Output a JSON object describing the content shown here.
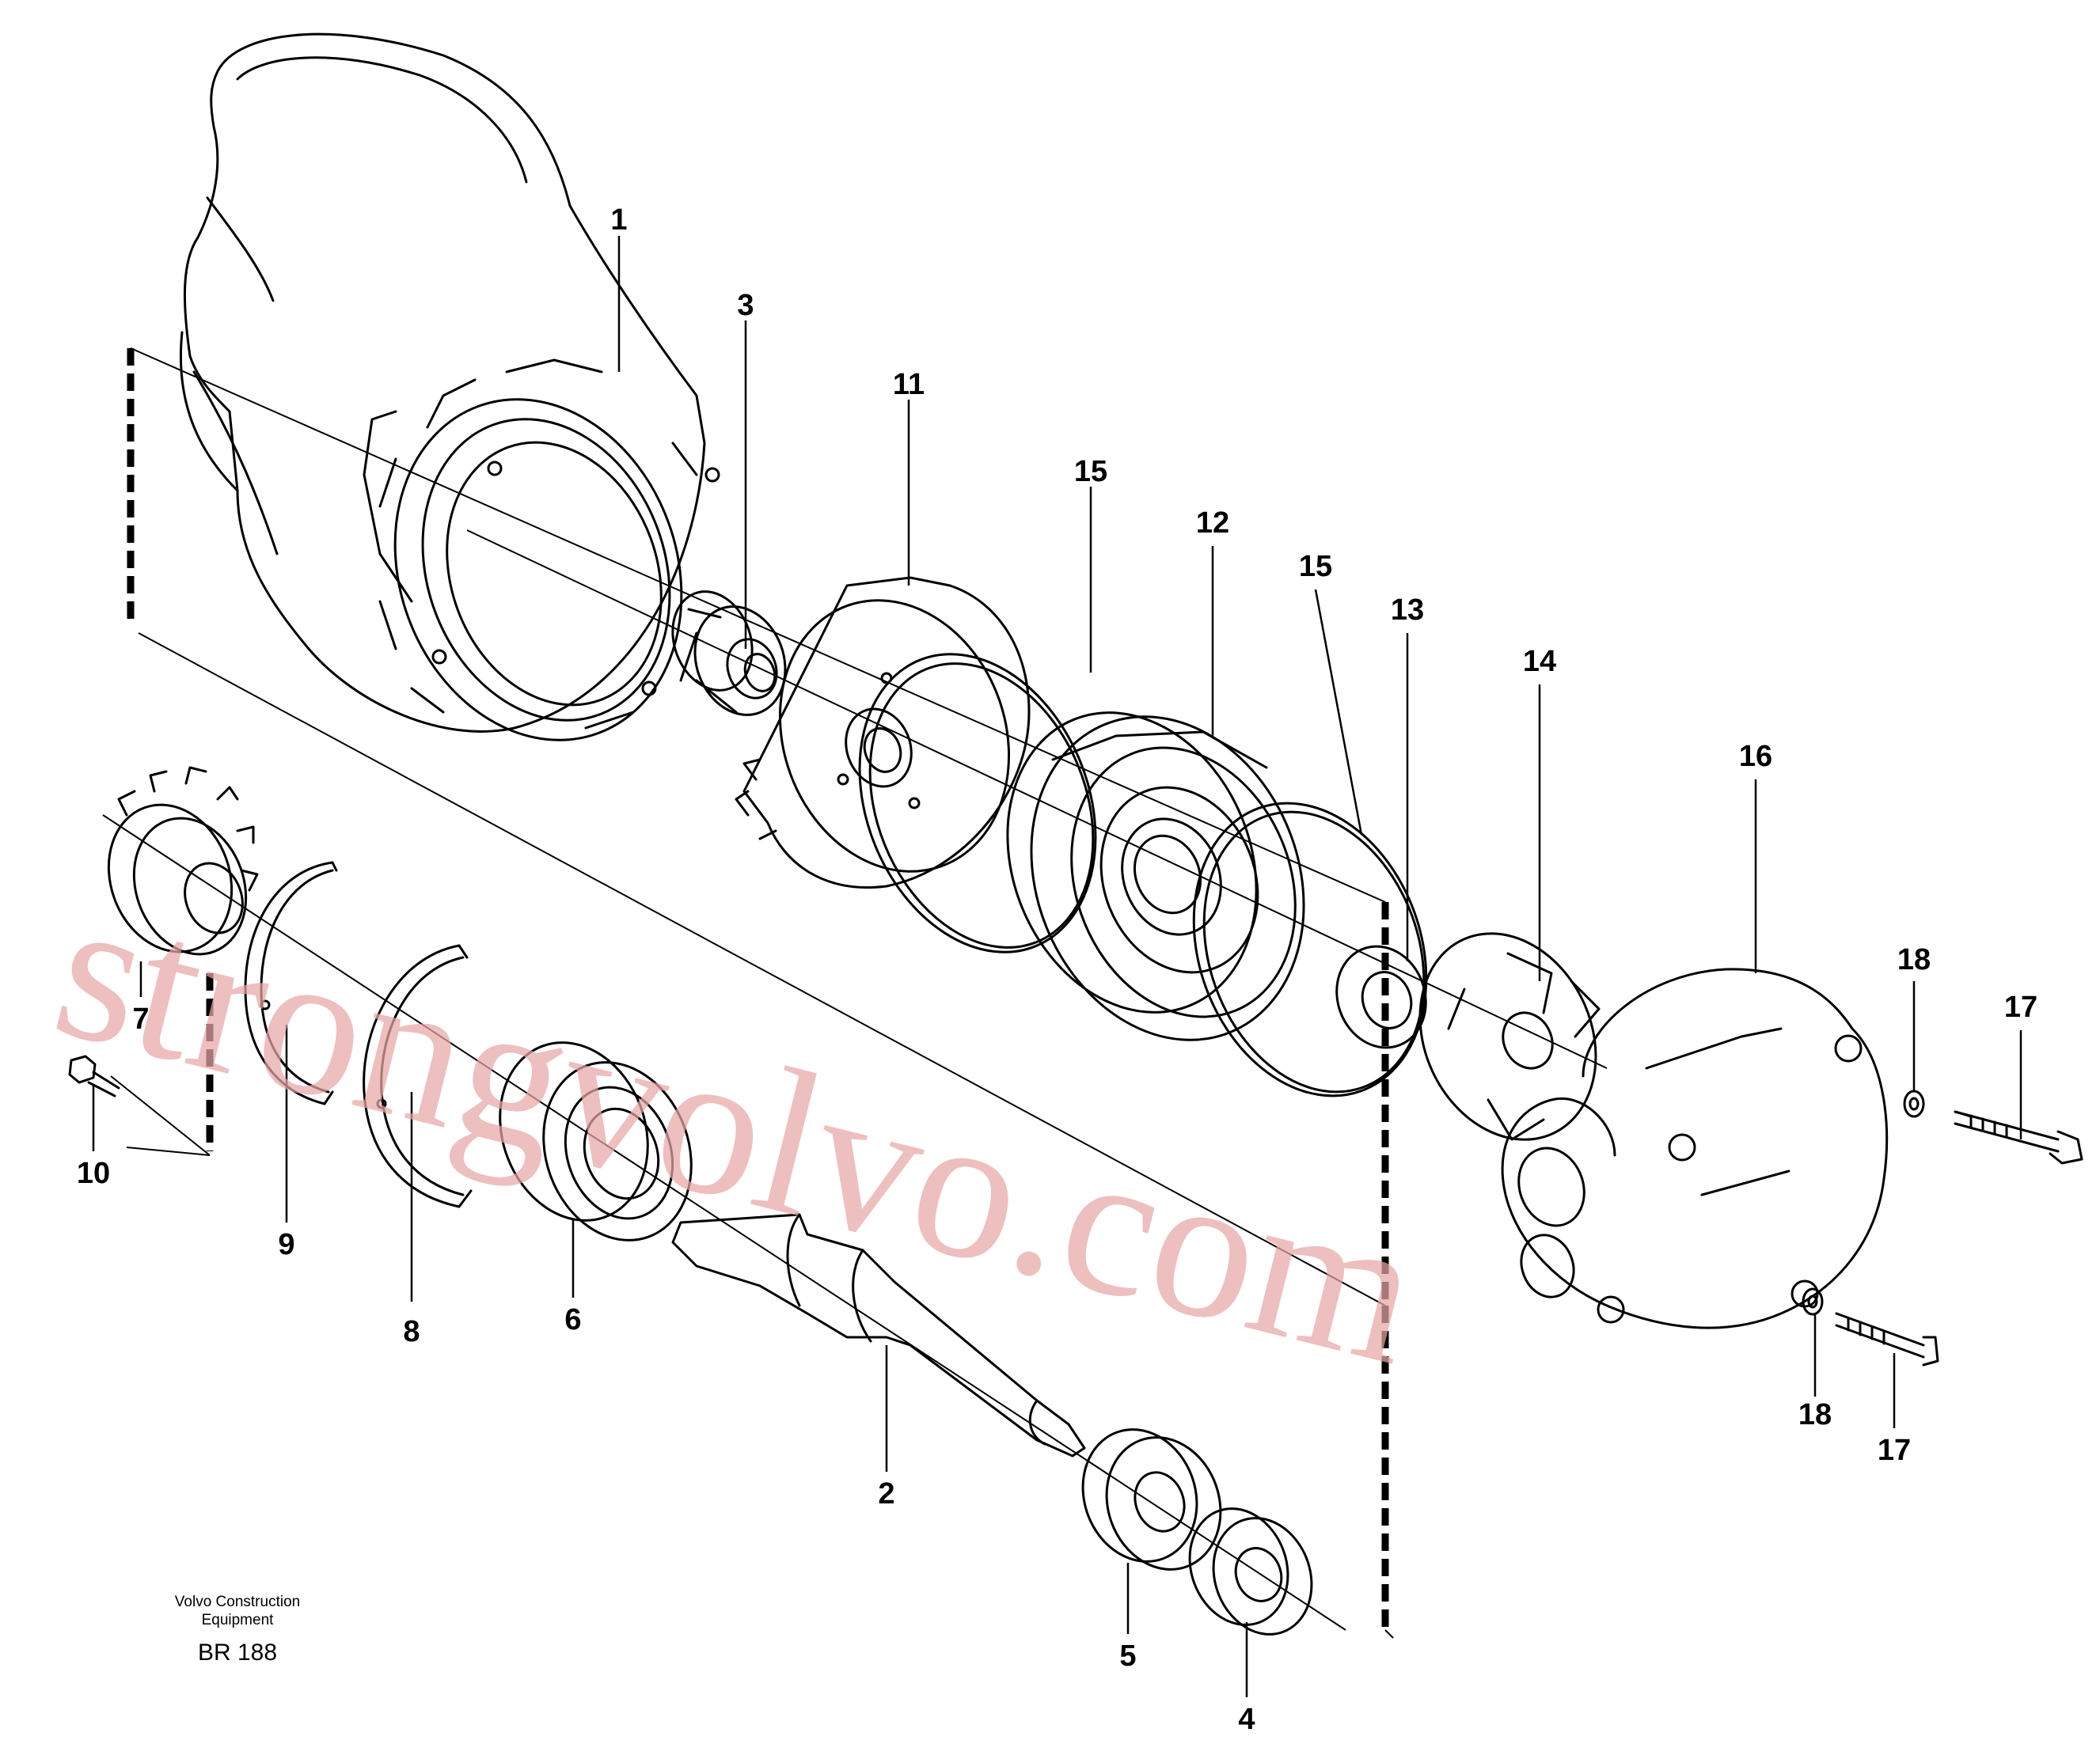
{
  "callouts": {
    "c1": "1",
    "c2": "2",
    "c3": "3",
    "c4": "4",
    "c5": "5",
    "c6": "6",
    "c7": "7",
    "c8": "8",
    "c9": "9",
    "c10": "10",
    "c11": "11",
    "c12": "12",
    "c13": "13",
    "c14": "14",
    "c15a": "15",
    "c15b": "15",
    "c16": "16",
    "c17a": "17",
    "c17b": "17",
    "c18a": "18",
    "c18b": "18"
  },
  "footer": {
    "line1": "Volvo Construction",
    "line2": "Equipment",
    "code": "BR 188"
  },
  "watermark": "strongvolvo.com",
  "colors": {
    "ink": "#000000",
    "watermark": "#e8a6a6",
    "background": "#ffffff"
  }
}
